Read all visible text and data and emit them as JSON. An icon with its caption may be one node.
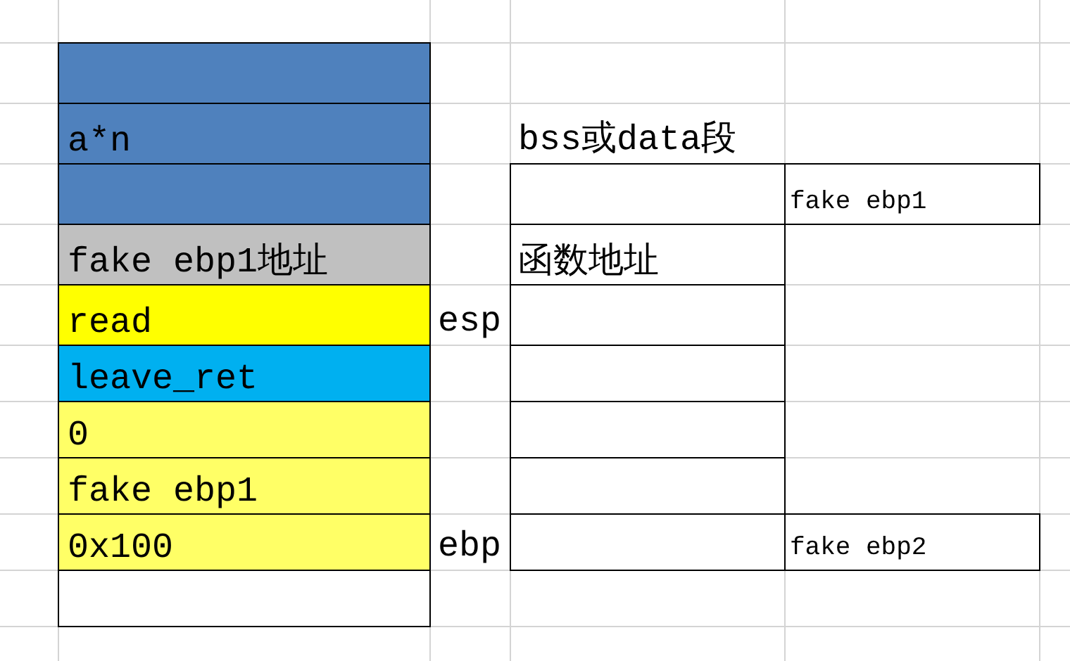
{
  "diagram": {
    "nodes": [
      {
        "text": [],
        "shape": "box"
      },
      {
        "text": [
          "a*n"
        ]
      },
      {
        "text": [],
        "shape": "box"
      },
      {
        "text": [
          "fake ebp1地址"
        ]
      },
      {
        "text": [
          "read"
        ]
      },
      {
        "text": [
          "leave_ret"
        ]
      },
      {
        "text": [
          "0"
        ]
      },
      {
        "text": [
          "fake ebp1"
        ]
      },
      {
        "text": [
          "0x100"
        ]
      },
      {
        "text": [],
        "shape": "box"
      },
      {
        "text": [],
        "shape": "box"
      },
      {
        "text": [
          "fake ebp1"
        ]
      },
      {
        "text": [
          "函数地址"
        ]
      },
      {
        "text": [],
        "shape": "box"
      },
      {
        "text": [],
        "shape": "box"
      },
      {
        "text": [],
        "shape": "box"
      },
      {
        "text": [],
        "shape": "box"
      },
      {
        "text": [],
        "shape": "box"
      },
      {
        "text": [
          "fake ebp2"
        ]
      }
    ],
    "labels": [
      "bss或data段",
      "esp",
      "ebp"
    ]
  }
}
